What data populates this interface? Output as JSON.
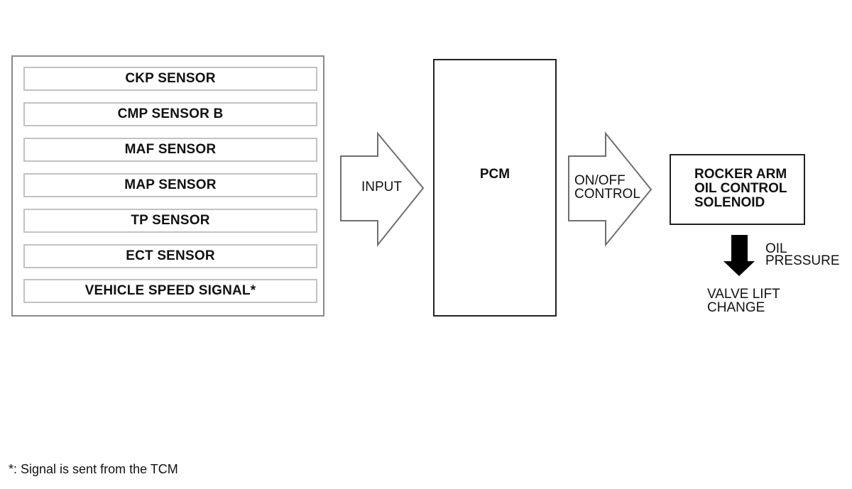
{
  "sensors": [
    "CKP SENSOR",
    "CMP SENSOR B",
    "MAF SENSOR",
    "MAP SENSOR",
    "TP SENSOR",
    "ECT SENSOR",
    "VEHICLE SPEED SIGNAL*"
  ],
  "arrows": {
    "input_label": "INPUT",
    "control_label_line1": "ON/OFF",
    "control_label_line2": "CONTROL",
    "oil_label_line1": "OIL",
    "oil_label_line2": "PRESSURE"
  },
  "pcm": {
    "label": "PCM"
  },
  "solenoid": {
    "line1": "ROCKER ARM",
    "line2": "OIL CONTROL",
    "line3": "SOLENOID"
  },
  "result": {
    "line1": "VALVE LIFT",
    "line2": "CHANGE"
  },
  "footnote": "*: Signal is sent from the TCM"
}
